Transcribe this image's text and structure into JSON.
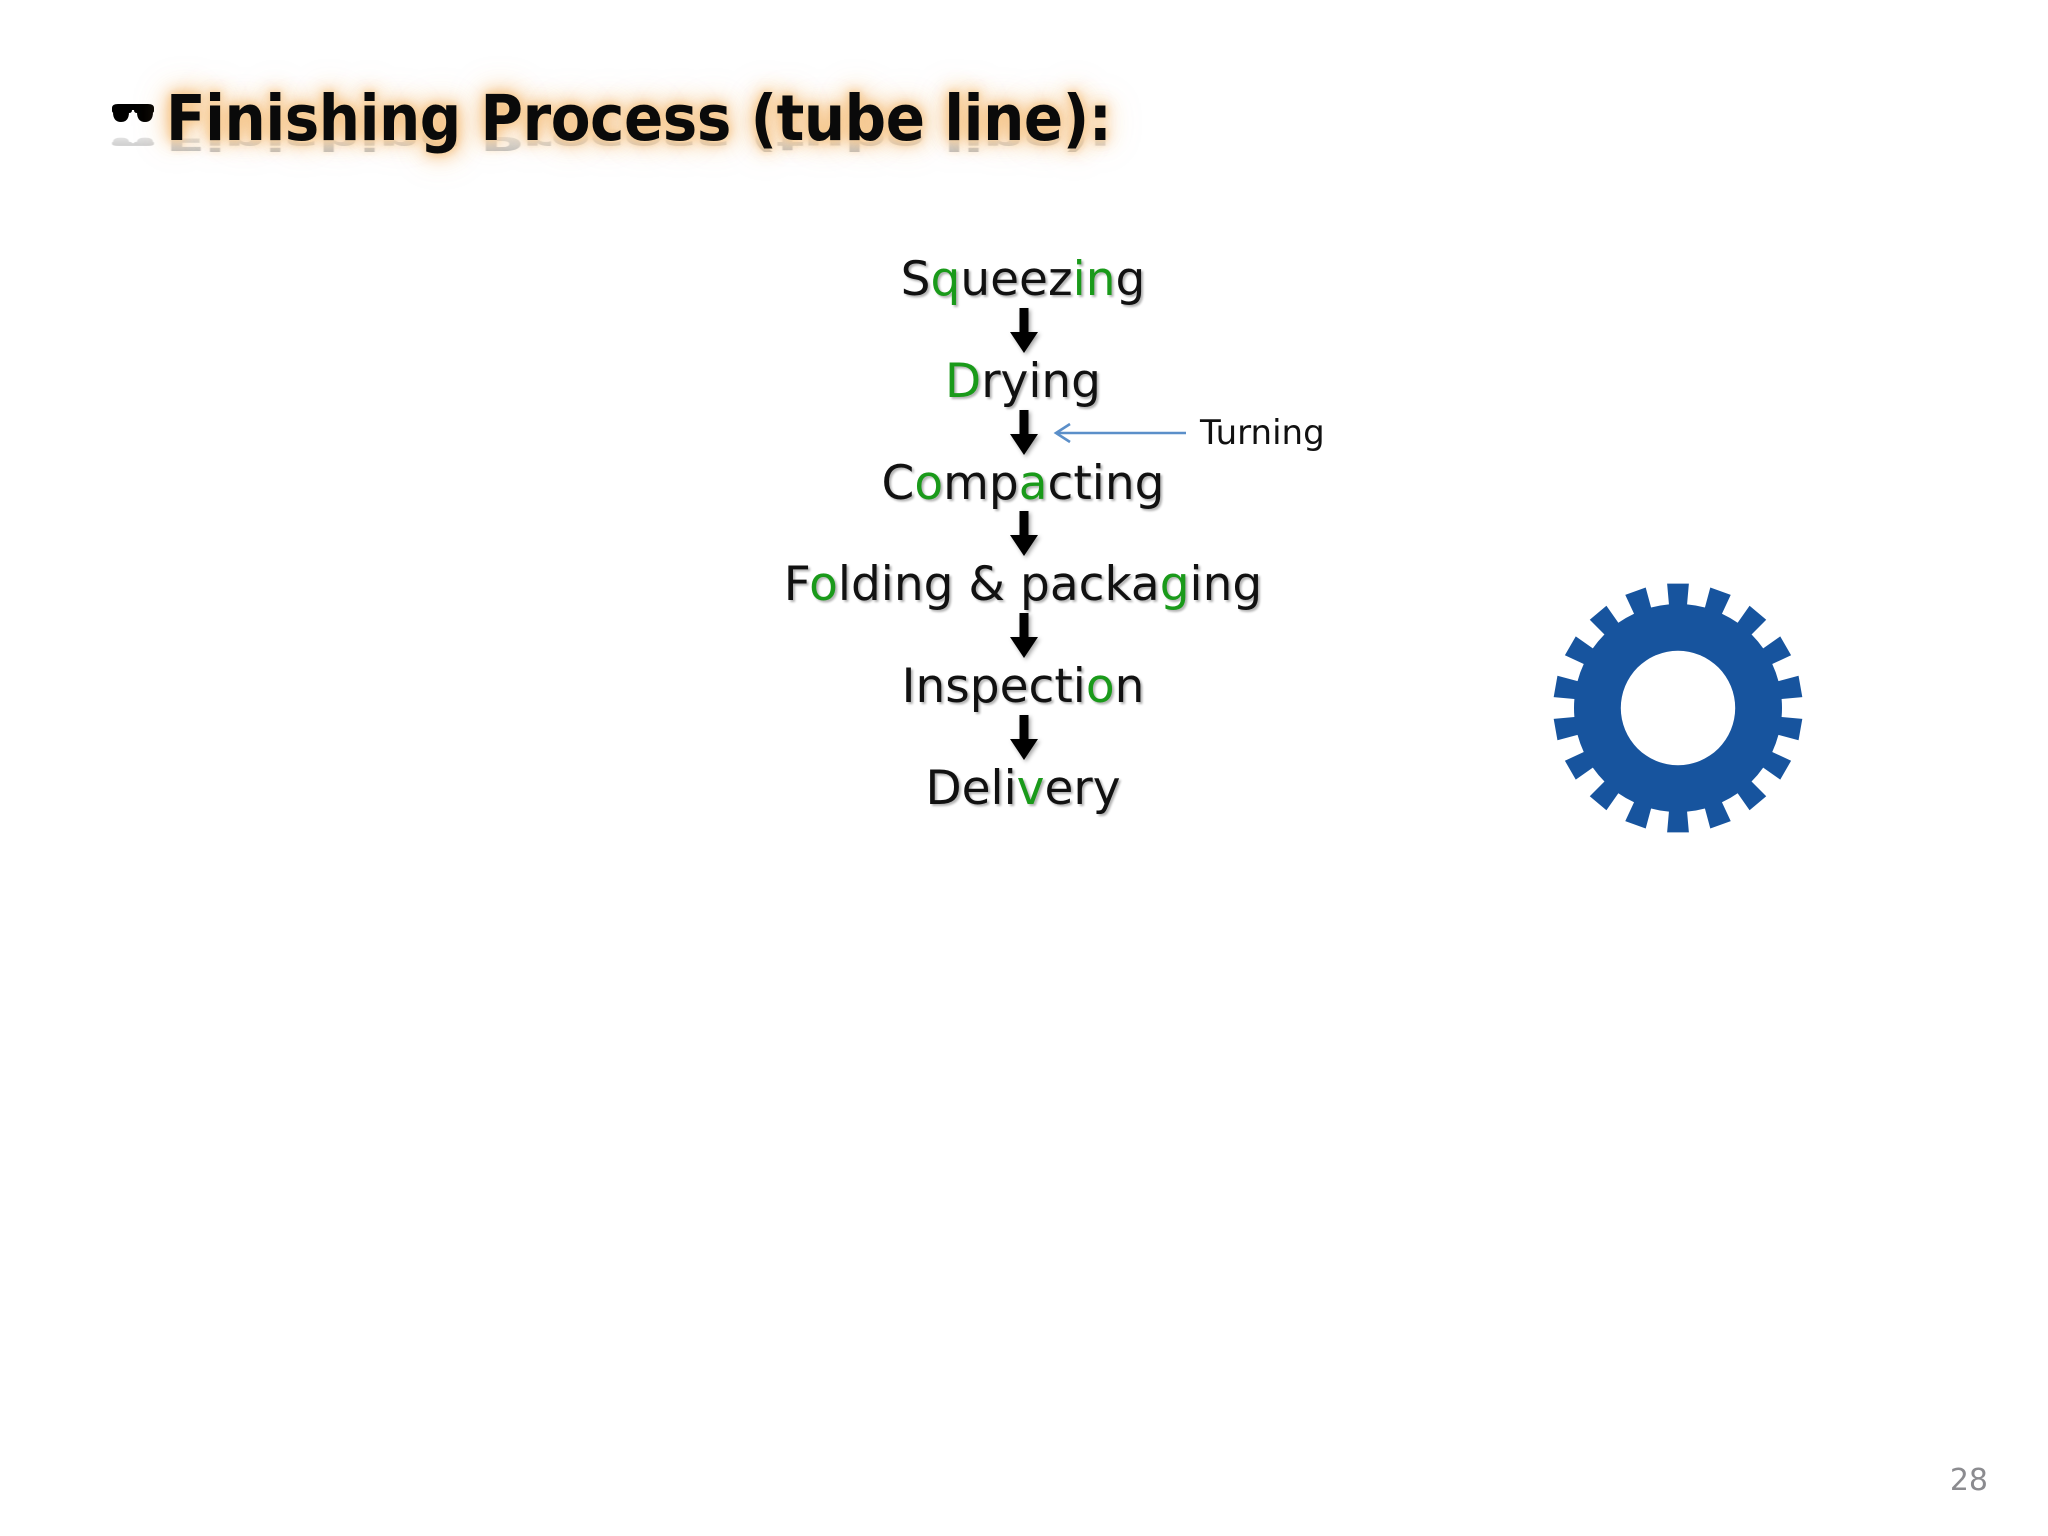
{
  "slide": {
    "background_color": "#ffffff",
    "page_number": "28"
  },
  "title": {
    "bullet_icon": "sunglasses-icon",
    "bullet_glyph": "▬▬",
    "text": "Finishing Process (tube line):",
    "text_color": "#0a0a0a",
    "glow_color": "#f2b871",
    "has_reflection": true
  },
  "flow": {
    "accent_green": "#1a9a1a",
    "arrow_color": "#000000",
    "steps": [
      {
        "name": "squeezing",
        "text": "Squeezing",
        "segments": [
          {
            "t": "S",
            "c": "black"
          },
          {
            "t": "q",
            "c": "green"
          },
          {
            "t": "ueez",
            "c": "black"
          },
          {
            "t": "in",
            "c": "green"
          },
          {
            "t": "g",
            "c": "black"
          }
        ]
      },
      {
        "name": "drying",
        "text": "Drying",
        "segments": [
          {
            "t": "D",
            "c": "green"
          },
          {
            "t": "rying",
            "c": "black"
          }
        ]
      },
      {
        "name": "compacting",
        "text": "Compacting",
        "segments": [
          {
            "t": "C",
            "c": "black"
          },
          {
            "t": "o",
            "c": "green"
          },
          {
            "t": "mp",
            "c": "black"
          },
          {
            "t": "a",
            "c": "green"
          },
          {
            "t": "cting",
            "c": "black"
          }
        ]
      },
      {
        "name": "folding-and-packaging",
        "text": "Folding & packaging",
        "segments": [
          {
            "t": "F",
            "c": "black"
          },
          {
            "t": "o",
            "c": "green"
          },
          {
            "t": "lding & packa",
            "c": "black"
          },
          {
            "t": "g",
            "c": "green"
          },
          {
            "t": "ing",
            "c": "black"
          }
        ]
      },
      {
        "name": "inspection",
        "text": "Inspection",
        "segments": [
          {
            "t": "Inspecti",
            "c": "black"
          },
          {
            "t": "o",
            "c": "green"
          },
          {
            "t": "n",
            "c": "black"
          }
        ]
      },
      {
        "name": "delivery",
        "text": "Delivery",
        "segments": [
          {
            "t": "Deli",
            "c": "black"
          },
          {
            "t": "v",
            "c": "green"
          },
          {
            "t": "ery",
            "c": "black"
          }
        ]
      }
    ],
    "annotation": {
      "label": "Turning",
      "arrow_color": "#5b8fc9",
      "arrow_direction": "left",
      "attached_after_step": "drying"
    }
  },
  "decoration": {
    "gear": {
      "name": "gear-icon",
      "color": "#17549E",
      "teeth": 18
    }
  }
}
